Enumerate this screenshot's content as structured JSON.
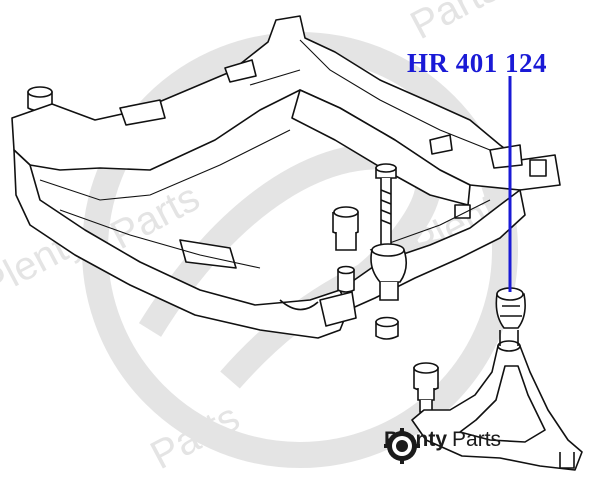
{
  "diagram": {
    "part_label": "HR 401 124",
    "colors": {
      "callout": "#1a1ad6",
      "line_art": "#111111",
      "watermark": "#dcdcdc"
    }
  },
  "brand": {
    "word1": "Plenty",
    "word2": "Parts",
    "icon": "gear-icon"
  }
}
